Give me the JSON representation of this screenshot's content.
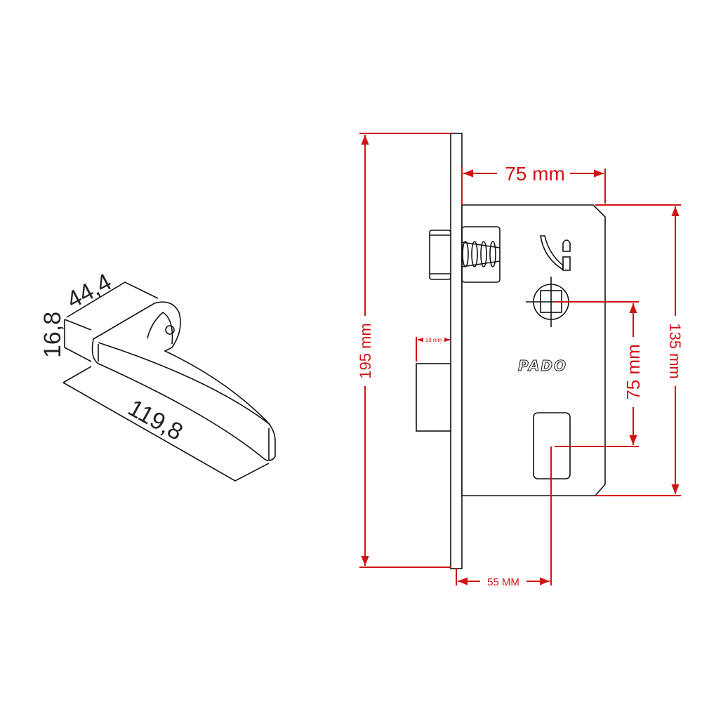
{
  "handle": {
    "dim_height": "16,8",
    "dim_width": "44,4",
    "dim_length": "119,8"
  },
  "lock": {
    "brand": "PADO",
    "dim_total_height": "195 mm",
    "dim_backset": "75 mm",
    "dim_body_height": "135 mm",
    "dim_center_distance": "75 mm",
    "dim_key_backset": "55 MM",
    "dim_bolt_throw": "19 mm"
  },
  "colors": {
    "dimension": "#d01414",
    "line": "#111111"
  }
}
